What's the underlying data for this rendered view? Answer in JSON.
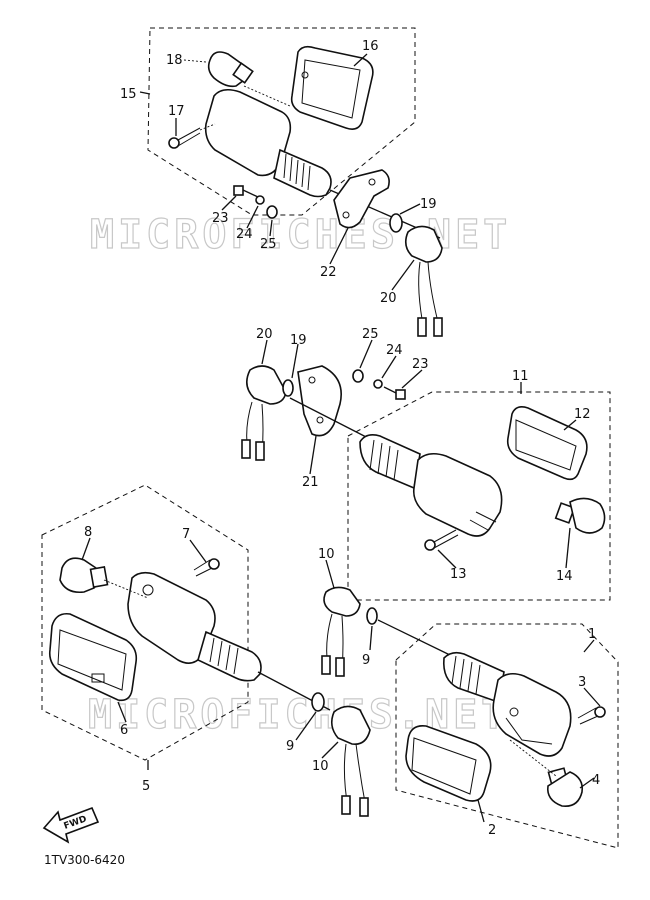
{
  "diagram_code": "1TV300-6420",
  "watermark": "MICROFICHES.NET",
  "fwd_label": "FWD",
  "callouts": {
    "n1": "1",
    "n2": "2",
    "n3": "3",
    "n4": "4",
    "n5": "5",
    "n6": "6",
    "n7": "7",
    "n8": "8",
    "n9a": "9",
    "n9b": "9",
    "n10a": "10",
    "n10b": "10",
    "n11": "11",
    "n12": "12",
    "n13": "13",
    "n14": "14",
    "n15": "15",
    "n16": "16",
    "n17": "17",
    "n18": "18",
    "n19a": "19",
    "n19b": "19",
    "n20a": "20",
    "n20b": "20",
    "n21": "21",
    "n22": "22",
    "n23a": "23",
    "n23b": "23",
    "n24a": "24",
    "n24b": "24",
    "n25a": "25",
    "n25b": "25"
  }
}
